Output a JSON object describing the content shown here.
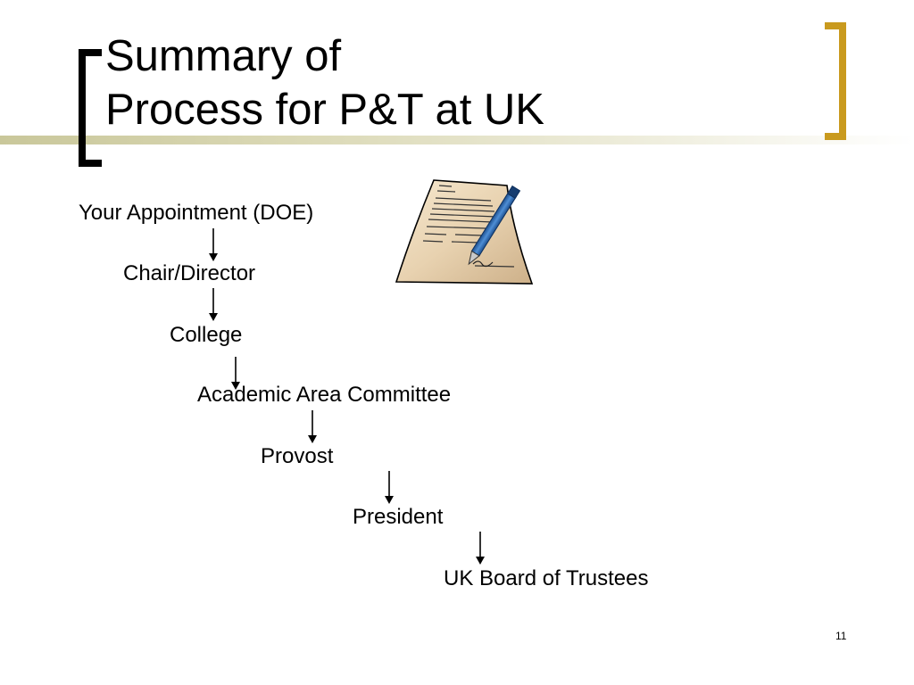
{
  "slide": {
    "title_line1": "Summary of",
    "title_line2": "Process for P&T at UK",
    "page_number": "11",
    "accent_color": "#c99a1e",
    "rule_color": "#c9c79a"
  },
  "process": {
    "steps": [
      "Your Appointment (DOE)",
      "Chair/Director",
      "College",
      "Academic Area Committee",
      "Provost",
      "President",
      "UK Board of Trustees"
    ]
  },
  "icons": {
    "document": "document-with-pen-icon",
    "arrow": "arrow-down-icon"
  }
}
